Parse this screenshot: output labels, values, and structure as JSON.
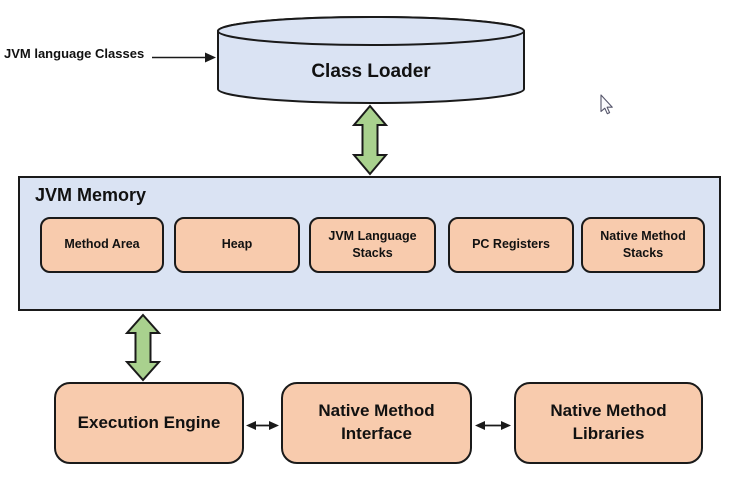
{
  "diagram": {
    "title_hint": "JVM architecture diagram",
    "input_label": "JVM language Classes",
    "class_loader_label": "Class Loader",
    "jvm_memory": {
      "title": "JVM Memory",
      "components": [
        {
          "label": "Method Area"
        },
        {
          "label": "Heap"
        },
        {
          "label": "JVM Language Stacks"
        },
        {
          "label": "PC Registers"
        },
        {
          "label": "Native Method Stacks"
        }
      ]
    },
    "bottom_row": [
      {
        "label": "Execution Engine"
      },
      {
        "label": "Native Method Interface"
      },
      {
        "label": "Native Method Libraries"
      }
    ],
    "colors": {
      "container_fill": "#dae3f3",
      "component_fill": "#f8cbad",
      "arrow_green": "#a9d18e",
      "border": "#1a1a1a",
      "background": "#ffffff"
    }
  }
}
